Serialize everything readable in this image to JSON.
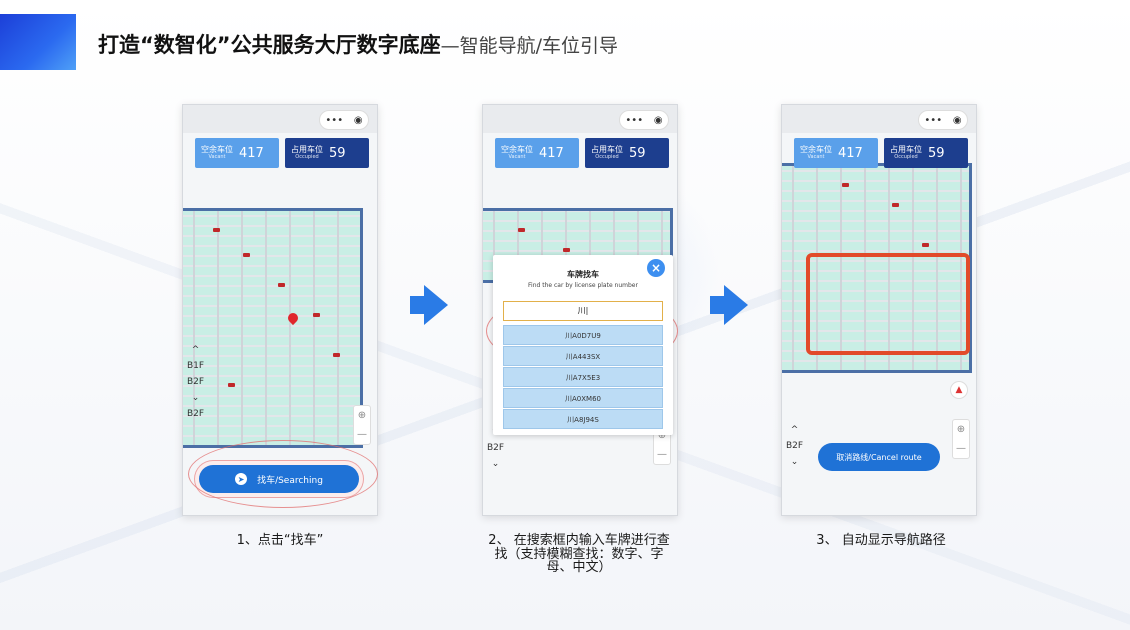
{
  "header": {
    "title_main": "打造“数智化”公共服务大厅数字底座",
    "title_sub": "—智能导航/车位引导"
  },
  "phone_common": {
    "capsule_more": "•••",
    "capsule_target": "◉",
    "vacant_label": "空余车位",
    "vacant_label_en": "Vacant",
    "vacant_count": "417",
    "occupied_label": "占用车位",
    "occupied_label_en": "Occupied",
    "occupied_count": "59"
  },
  "phone1": {
    "floors": [
      "B1F",
      "B2F",
      "B2F"
    ],
    "search_button": "找车/Searching"
  },
  "phone2": {
    "modal_title": "车牌找车",
    "modal_subtitle": "Find the car by license plate number",
    "input_value": "川|",
    "results": [
      "川A0D7U9",
      "川A443SX",
      "川A7X5E3",
      "川A0XM60",
      "川A8J94S"
    ],
    "floor": "B2F"
  },
  "phone3": {
    "floor": "B2F",
    "cancel_button": "取消路线/Cancel route"
  },
  "captions": {
    "step1": "1、点击“找车”",
    "step2": "2、 在搜索框内输入车牌进行查找（支持模糊查找：数字、字母、中文）",
    "step3": "3、 自动显示导航路径"
  },
  "colors": {
    "accent": "#1f72d6",
    "vacant": "#5aa0ea",
    "occupied": "#1d3e8e",
    "route": "#e24a2a"
  }
}
